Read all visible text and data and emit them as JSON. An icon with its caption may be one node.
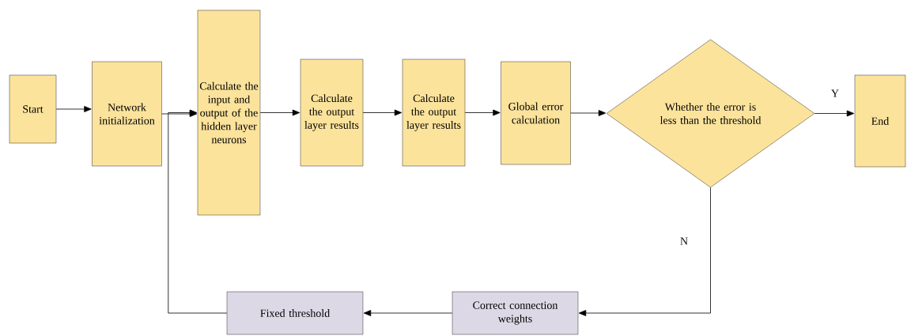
{
  "diagram": {
    "nodes": [
      {
        "text": [
          "Start"
        ]
      },
      {
        "text": [
          "Network initialization"
        ]
      },
      {
        "text": [
          "Calculate the input and output of the hidden layer neurons"
        ]
      },
      {
        "text": [
          "Calculate the output layer results"
        ]
      },
      {
        "text": [
          "Calculate the output layer results"
        ]
      },
      {
        "text": [
          "Global error calculation"
        ]
      },
      {
        "text": [
          "Whether the error is less than the threshold"
        ]
      },
      {
        "text": [
          "End"
        ]
      },
      {
        "text": [
          "Correct connection weights"
        ]
      },
      {
        "text": [
          "Fixed threshold"
        ]
      }
    ],
    "edges": [
      {
        "from": 0,
        "to": 1,
        "arrow": "to"
      },
      {
        "from": 1,
        "to": 2,
        "arrow": "to"
      },
      {
        "from": 2,
        "to": 3,
        "arrow": "to"
      },
      {
        "from": 3,
        "to": 4,
        "arrow": "to"
      },
      {
        "from": 4,
        "to": 5,
        "arrow": "to"
      },
      {
        "from": 5,
        "to": 6,
        "arrow": "to"
      },
      {
        "from": 6,
        "to": 7,
        "arrow": "to",
        "label": "Y"
      },
      {
        "from": 6,
        "to": 8,
        "arrow": "to",
        "label": "N"
      },
      {
        "from": 8,
        "to": 9,
        "arrow": "to"
      },
      {
        "from": 9,
        "to": 2,
        "arrow": "to"
      }
    ]
  }
}
